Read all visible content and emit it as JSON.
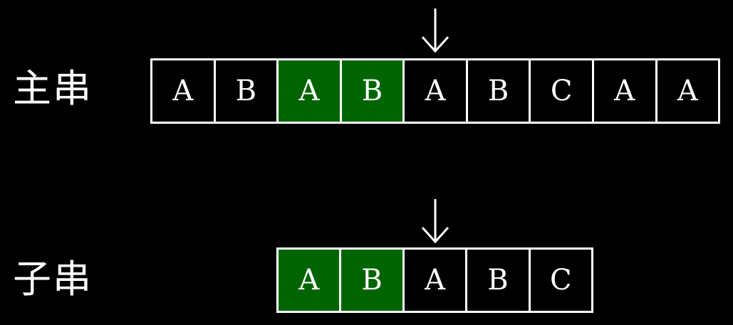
{
  "main_string": {
    "label": "主串",
    "cells": [
      {
        "char": "A",
        "matched": false
      },
      {
        "char": "B",
        "matched": false
      },
      {
        "char": "A",
        "matched": true
      },
      {
        "char": "B",
        "matched": true
      },
      {
        "char": "A",
        "matched": false
      },
      {
        "char": "B",
        "matched": false
      },
      {
        "char": "C",
        "matched": false
      },
      {
        "char": "A",
        "matched": false
      },
      {
        "char": "A",
        "matched": false
      }
    ],
    "pointer_index": 4
  },
  "sub_string": {
    "label": "子串",
    "cells": [
      {
        "char": "A",
        "matched": true
      },
      {
        "char": "B",
        "matched": true
      },
      {
        "char": "A",
        "matched": false
      },
      {
        "char": "B",
        "matched": false
      },
      {
        "char": "C",
        "matched": false
      }
    ],
    "pointer_index": 2
  },
  "colors": {
    "background": "#000000",
    "matched_cell": "#006400",
    "unmatched_cell": "#000000",
    "foreground": "#ffffff"
  },
  "icons": {
    "pointer": "down-arrow-icon"
  }
}
